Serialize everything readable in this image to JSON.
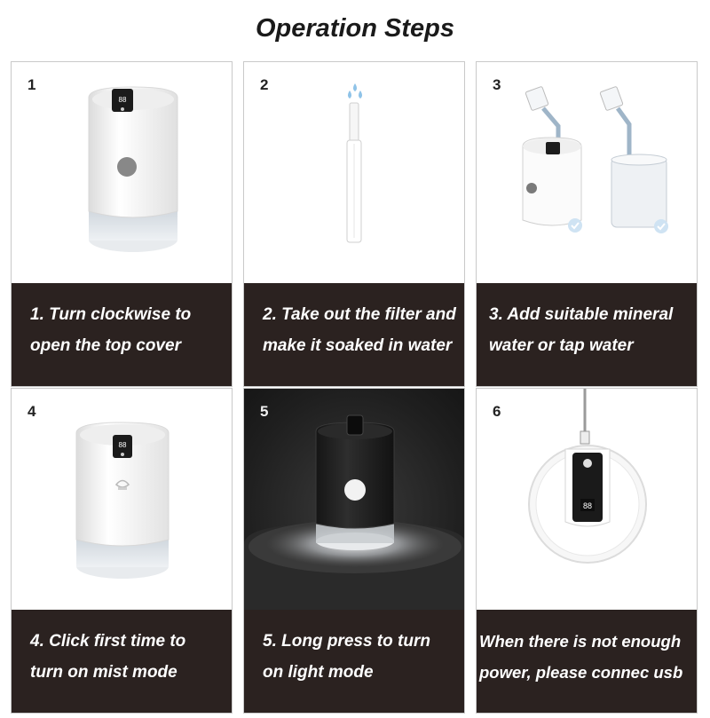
{
  "title": "Operation Steps",
  "steps": [
    {
      "number": "1",
      "caption": [
        "1. Turn clockwise to",
        "open the top cover"
      ]
    },
    {
      "number": "2",
      "caption": [
        "2. Take out the filter and",
        "make it soaked in water"
      ]
    },
    {
      "number": "3",
      "caption": [
        "3. Add suitable mineral",
        "water or tap water"
      ]
    },
    {
      "number": "4",
      "caption": [
        "4. Click first time to",
        "turn on mist mode"
      ]
    },
    {
      "number": "5",
      "caption": [
        "5. Long press to turn",
        "on light mode"
      ]
    },
    {
      "number": "6",
      "caption": [
        "When there is not enough",
        "power, please connec usb"
      ]
    }
  ],
  "colors": {
    "caption_bg": "#2b2220",
    "border": "#c9c9c9"
  }
}
